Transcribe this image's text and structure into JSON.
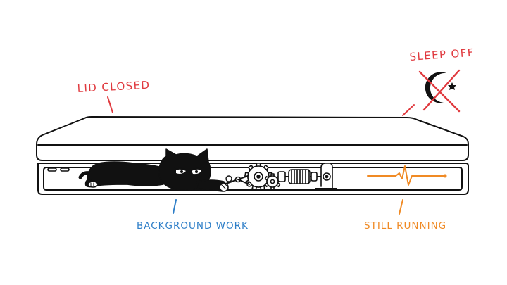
{
  "labels": {
    "lid_closed": "LID CLOSED",
    "sleep_off": "SLEEP OFF",
    "background_work": "BACKGROUND WORK",
    "still_running": "STILL RUNNING"
  },
  "colors": {
    "ink": "#111111",
    "red": "#e0393e",
    "blue": "#2f7fc8",
    "orange": "#f08a24",
    "paper": "#ffffff"
  },
  "icons": {
    "sleep": "crossed-out-moon-and-star-icon",
    "activity": "heartbeat-line-icon",
    "worker": "black-cat-illustration",
    "mechanism": "gears-and-spring-mechanism"
  }
}
